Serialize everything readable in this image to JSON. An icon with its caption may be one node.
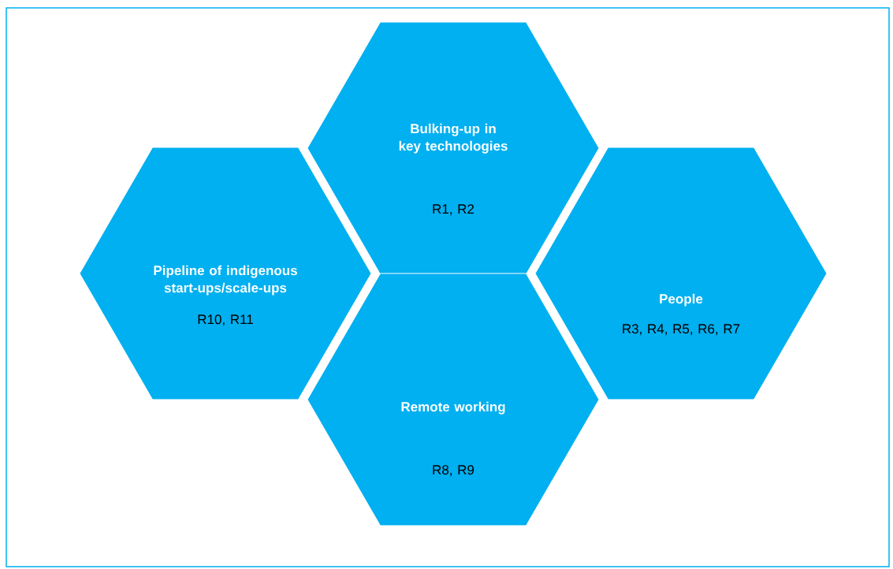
{
  "diagram": {
    "nodes": [
      {
        "text": [
          "Bulking-up in key technologies",
          "R1, R2"
        ]
      },
      {
        "text": [
          "Pipeline of indigenous start-ups/scale-ups",
          "R10, R11"
        ]
      },
      {
        "text": [
          "People",
          "R3, R4, R5, R6, R7"
        ]
      },
      {
        "text": [
          "Remote working",
          "R8, R9"
        ]
      }
    ]
  }
}
